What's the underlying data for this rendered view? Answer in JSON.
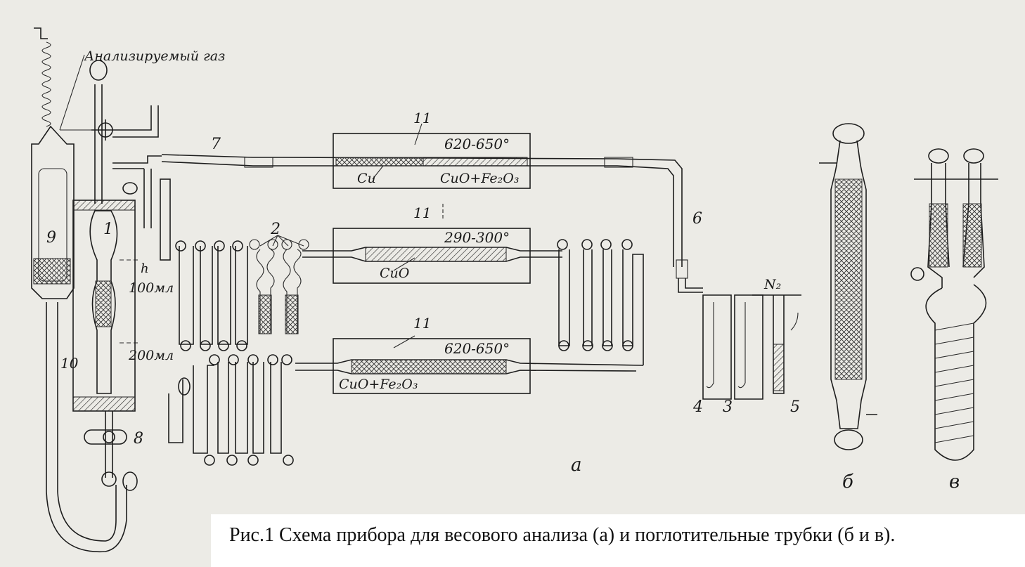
{
  "labels": {
    "gas": "Анализируемый газ",
    "n1": "1",
    "n2": "2",
    "n3": "3",
    "n4": "4",
    "n5": "5",
    "n6": "6",
    "n7": "7",
    "n8": "8",
    "n9": "9",
    "n10": "10",
    "n11a": "11",
    "n11b": "11",
    "n11c": "11",
    "h": "h",
    "ml100": "100мл",
    "ml200": "200мл",
    "temp1": "620-650°",
    "temp2": "290-300°",
    "temp3": "620-650°",
    "cu": "Cu",
    "cuo_fe1": "CuO+Fe₂O₃",
    "cuo": "CuO",
    "cuo_fe2": "CuO+Fe₂O₃",
    "n2gas": "N₂",
    "a": "а",
    "b": "б",
    "v": "в"
  },
  "caption": "Рис.1 Схема прибора для весового анализа (а) и поглотительные трубки (б и в)."
}
